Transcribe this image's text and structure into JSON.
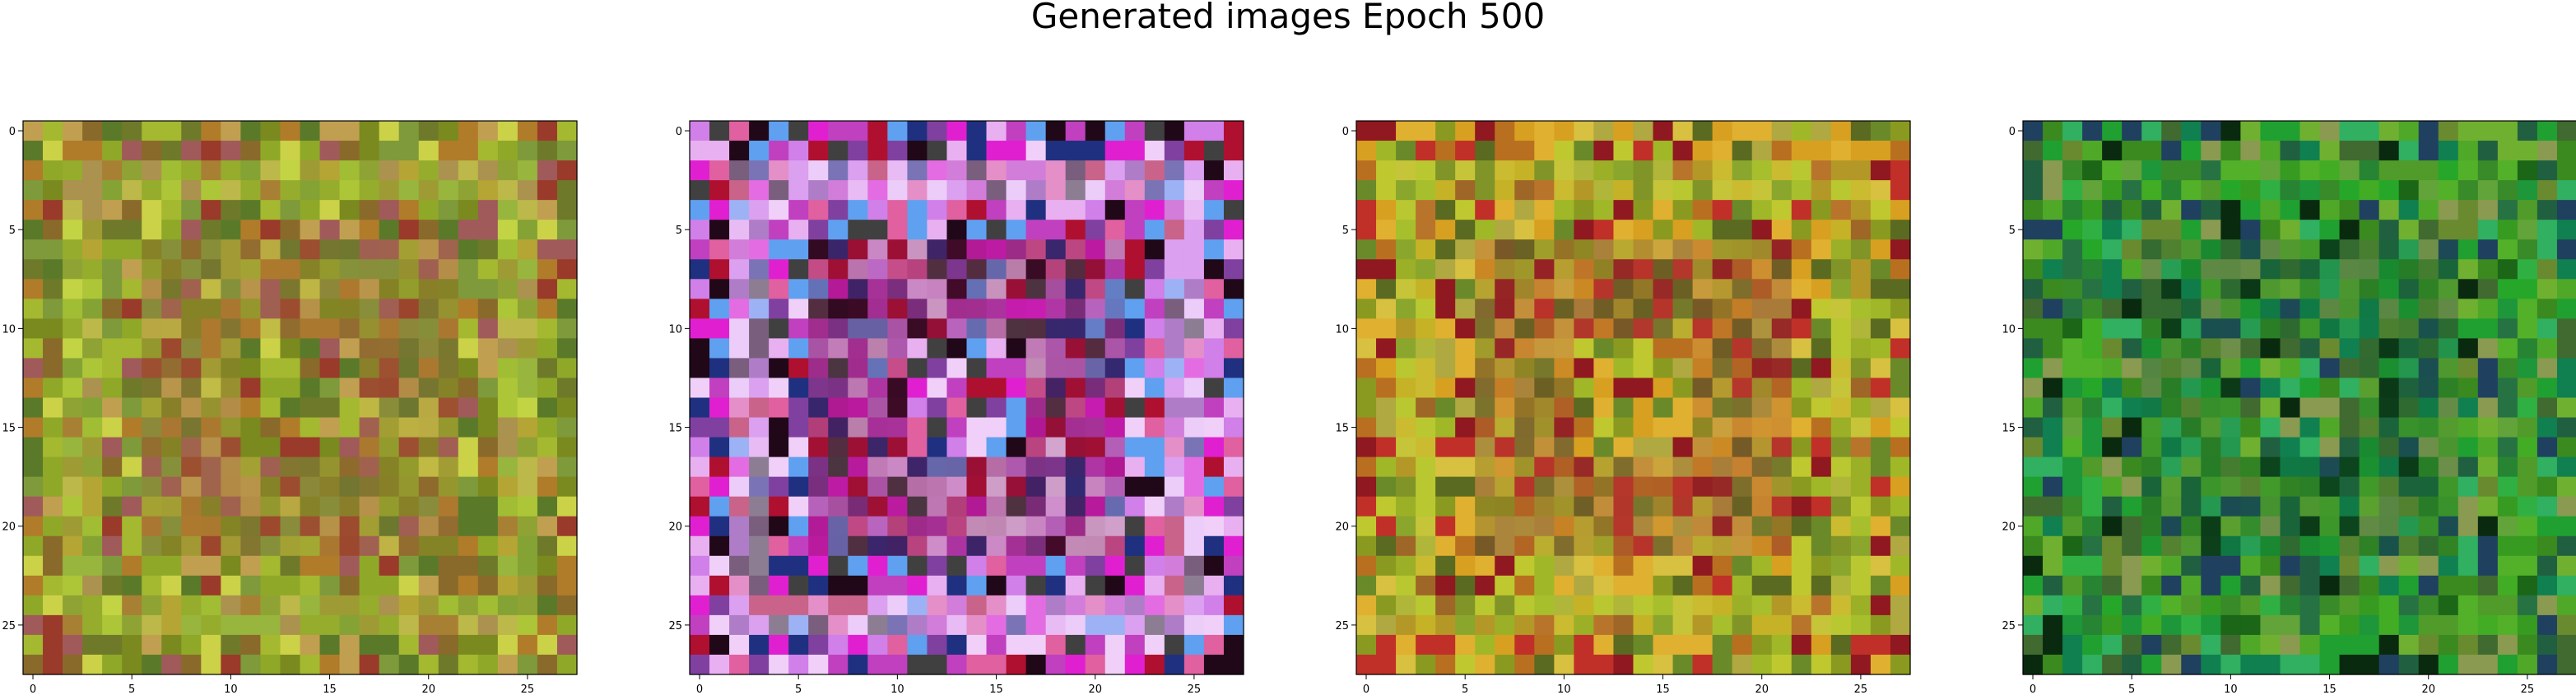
{
  "figure": {
    "title": "Generated images Epoch 500"
  },
  "chart_data": [
    {
      "type": "heatmap",
      "title": "",
      "grid_size": [
        28,
        28
      ],
      "xlim": [
        -0.5,
        27.5
      ],
      "ylim": [
        27.5,
        -0.5
      ],
      "x_ticks": [
        "0",
        "5",
        "10",
        "15",
        "20",
        "25"
      ],
      "y_ticks": [
        "0",
        "5",
        "10",
        "15",
        "20",
        "25"
      ],
      "grid": false,
      "palette": [
        "#7a8a1e",
        "#8fa828",
        "#a4b830",
        "#6e7a2a",
        "#8a6a2a",
        "#b07c2a",
        "#9a3a2a",
        "#a05a5a",
        "#c0a050",
        "#5a7a2a",
        "#cbd248",
        "#7e9a3a"
      ],
      "border_color": "#b8d640",
      "center_color": "#a0703a"
    },
    {
      "type": "heatmap",
      "title": "",
      "grid_size": [
        28,
        28
      ],
      "xlim": [
        -0.5,
        27.5
      ],
      "ylim": [
        27.5,
        -0.5
      ],
      "x_ticks": [
        "0",
        "5",
        "10",
        "15",
        "20",
        "25"
      ],
      "y_ticks": [
        "0",
        "5",
        "10",
        "15",
        "20",
        "25"
      ],
      "grid": false,
      "palette": [
        "#e8b0f0",
        "#d080e8",
        "#f0d0f8",
        "#c040c0",
        "#e020d0",
        "#8040a0",
        "#200818",
        "#b01030",
        "#e060a0",
        "#404040",
        "#203080",
        "#60a0f0"
      ],
      "border_color": "#e8c8f8",
      "center_color": "#701040"
    },
    {
      "type": "heatmap",
      "title": "",
      "grid_size": [
        28,
        28
      ],
      "xlim": [
        -0.5,
        27.5
      ],
      "ylim": [
        27.5,
        -0.5
      ],
      "x_ticks": [
        "0",
        "5",
        "10",
        "15",
        "20",
        "25"
      ],
      "y_ticks": [
        "0",
        "5",
        "10",
        "15",
        "20",
        "25"
      ],
      "grid": false,
      "palette": [
        "#8a9a20",
        "#a0b828",
        "#c0c830",
        "#d8a020",
        "#b87020",
        "#901820",
        "#c03028",
        "#6a8a2a",
        "#e0b030",
        "#5a6a20",
        "#b0a840",
        "#d8c040"
      ],
      "border_color": "#b0c830",
      "center_color": "#a04030"
    },
    {
      "type": "heatmap",
      "title": "",
      "grid_size": [
        28,
        28
      ],
      "xlim": [
        -0.5,
        27.5
      ],
      "ylim": [
        27.5,
        -0.5
      ],
      "x_ticks": [
        "0",
        "5",
        "10",
        "15",
        "20",
        "25"
      ],
      "y_ticks": [
        "0",
        "5",
        "10",
        "15",
        "20",
        "25"
      ],
      "grid": false,
      "palette": [
        "#3a8a20",
        "#50a828",
        "#20a030",
        "#108050",
        "#206040",
        "#406a30",
        "#0a2a10",
        "#30b060",
        "#6a8a30",
        "#8a9a50",
        "#204060",
        "#70b030"
      ],
      "border_color": "#30b020",
      "center_color": "#106a30"
    }
  ]
}
